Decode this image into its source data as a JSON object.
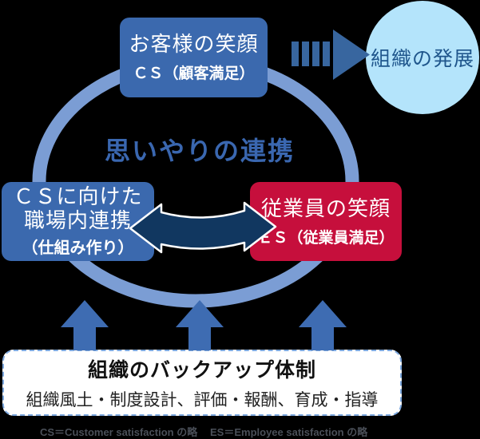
{
  "diagram": {
    "center_label": "思いやりの連携",
    "customer_box": {
      "title": "お客様の笑顔",
      "subtitle": "ＣＳ（顧客満足）"
    },
    "development_circle": {
      "label": "組織の発展"
    },
    "workplace_box": {
      "line1": "ＣＳに向けた",
      "line2": "職場内連携",
      "line3": "（仕組み作り）"
    },
    "employee_box": {
      "title": "従業員の笑顔",
      "subtitle": "ＥＳ（従業員満足）"
    },
    "backup_box": {
      "title": "組織のバックアップ体制",
      "subtitle": "組織風土・制度設計、評価・報酬、育成・指導"
    },
    "footnotes": {
      "cs": "CS＝Customer satisfaction の略",
      "es": "ES＝Employee satisfaction の略"
    },
    "icons": {
      "cycle_ring": "large-ellipse-cycle",
      "dashed_arrow": "dashed-right-arrow",
      "double_arrow": "curved-double-arrow",
      "up_arrows": "three-up-arrows"
    },
    "colors": {
      "background": "#000000",
      "box_blue": "#3b69ae",
      "ring_blue": "#7b9dd4",
      "arrow_blue": "#3e6cb2",
      "dashed_arrow_blue": "#38669f",
      "employee_red": "#c60f3c",
      "double_arrow_navy": "#113760",
      "development_circle_fill": "#b4e4fb",
      "development_circle_text": "#1f568c",
      "center_label_text": "#3a67b0",
      "backup_border": "#7da8de",
      "footnote_gray": "#4a4f58"
    }
  }
}
